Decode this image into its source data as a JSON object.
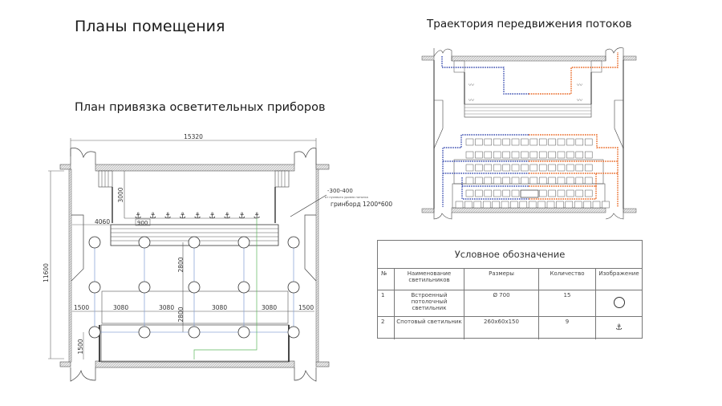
{
  "page_title": "Планы помещения",
  "lighting_plan": {
    "title": "План привязка осветительных приборов",
    "dimensions": {
      "overall_width": "15320",
      "overall_height": "11600",
      "stage_depth": "3000",
      "stage_offset": "4060",
      "spot_spacing": "900",
      "row_spacing_1": "2800",
      "row_spacing_2": "2800",
      "edge_left": "1500",
      "edge_right": "1500",
      "bottom_offset": "1500",
      "column_spacing": [
        "3080",
        "3080",
        "3080",
        "3080"
      ]
    },
    "annotation": {
      "level": "-300-400",
      "note": "от нулевого уровня потолка",
      "material": "гринборд 1200*600"
    },
    "ceiling_lights": {
      "rows": 3,
      "columns": 5
    },
    "spot_lights": {
      "count": 9
    }
  },
  "flow_plan": {
    "title": "Траектория передвижения потоков",
    "colors": {
      "entry_flow": "#3c4fb0",
      "exit_flow": "#e8641e"
    },
    "seat_rows": 6
  },
  "legend": {
    "title": "Условное обозначение",
    "headers": [
      "№",
      "Наименование светильников",
      "Размеры",
      "Количество",
      "Изображение"
    ],
    "rows": [
      {
        "num": "1",
        "name": "Встроенный потолочный светильник",
        "size": "Ø 700",
        "qty": "15",
        "symbol": "circle-icon"
      },
      {
        "num": "2",
        "name": "Спотовый светильник",
        "size": "260x60x150",
        "qty": "9",
        "symbol": "spotlight-icon"
      }
    ]
  }
}
